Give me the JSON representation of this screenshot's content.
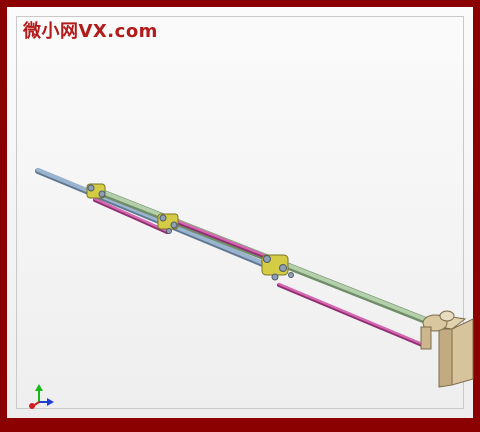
{
  "watermark": {
    "text": "微小网VX.com",
    "color": "#b31b1b"
  },
  "frame": {
    "border_color": "#8b0000",
    "background": "#f4f4f4"
  },
  "model": {
    "parts": [
      {
        "name": "long-drive-shaft",
        "color": "#8ea9c8"
      },
      {
        "name": "green-transmission-rod",
        "color": "#a9c8a0"
      },
      {
        "name": "magenta-link-rod",
        "color": "#c0509c"
      },
      {
        "name": "yellow-joint-bracket",
        "color": "#cfc63a"
      },
      {
        "name": "gearbox-housing",
        "color": "#c9b48e"
      }
    ]
  },
  "axis_triad": {
    "x_color": "#d02020",
    "y_color": "#18b818",
    "z_color": "#2040d0"
  }
}
